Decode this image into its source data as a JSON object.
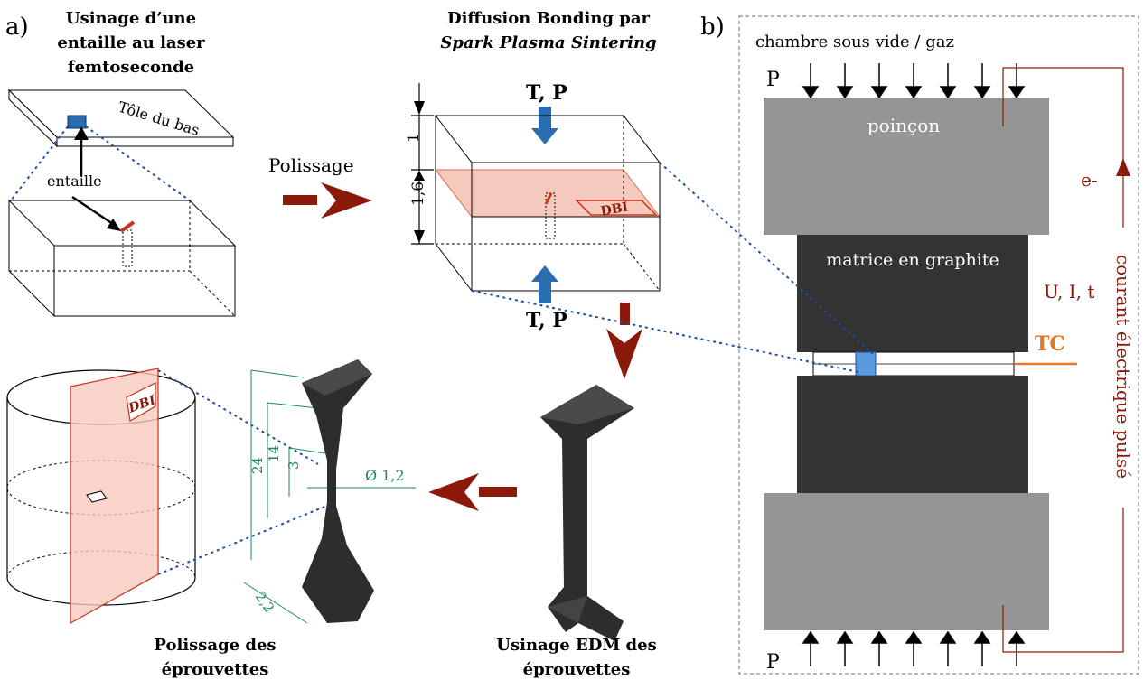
{
  "panels": {
    "a_label": "a)",
    "b_label": "b)"
  },
  "step1": {
    "title_line1": "Usinage d’une",
    "title_line2": "entaille au laser",
    "title_line3": "femtoseconde",
    "sheet_label": "Tôle du bas",
    "notch_label": "entaille"
  },
  "arrow_polish": "Polissage",
  "step2": {
    "title_line1": "Diffusion Bonding par",
    "title_line2": "Spark Plasma Sintering",
    "tp_top": "T, P",
    "tp_bottom": "T, P",
    "dim_top": "1",
    "dim_mid": "1,6",
    "dbi": "DBI"
  },
  "step3": {
    "title_line1": "Usinage EDM des",
    "title_line2": "éprouvettes"
  },
  "step4": {
    "title_line1": "Polissage des",
    "title_line2": "éprouvettes",
    "dbi": "DBI",
    "dims": [
      "24",
      "14",
      "3",
      "Ø 1,2",
      "2,2"
    ]
  },
  "sps": {
    "chamber": "chambre sous vide / gaz",
    "p_top": "P",
    "p_bottom": "P",
    "punch": "poinçon",
    "die": "matrice en graphite",
    "electron": "e-",
    "params": "U, I, t",
    "tc": "TC",
    "current": "courant électrique pulsé"
  },
  "colors": {
    "dark_red": "#8b1a0b",
    "blue": "#2a6db0",
    "pink": "#f6c9bd",
    "punch_gray": "#959595",
    "die_dark": "#333333",
    "tc_orange": "#e07b2c",
    "dim_green": "#1f8a5a"
  }
}
